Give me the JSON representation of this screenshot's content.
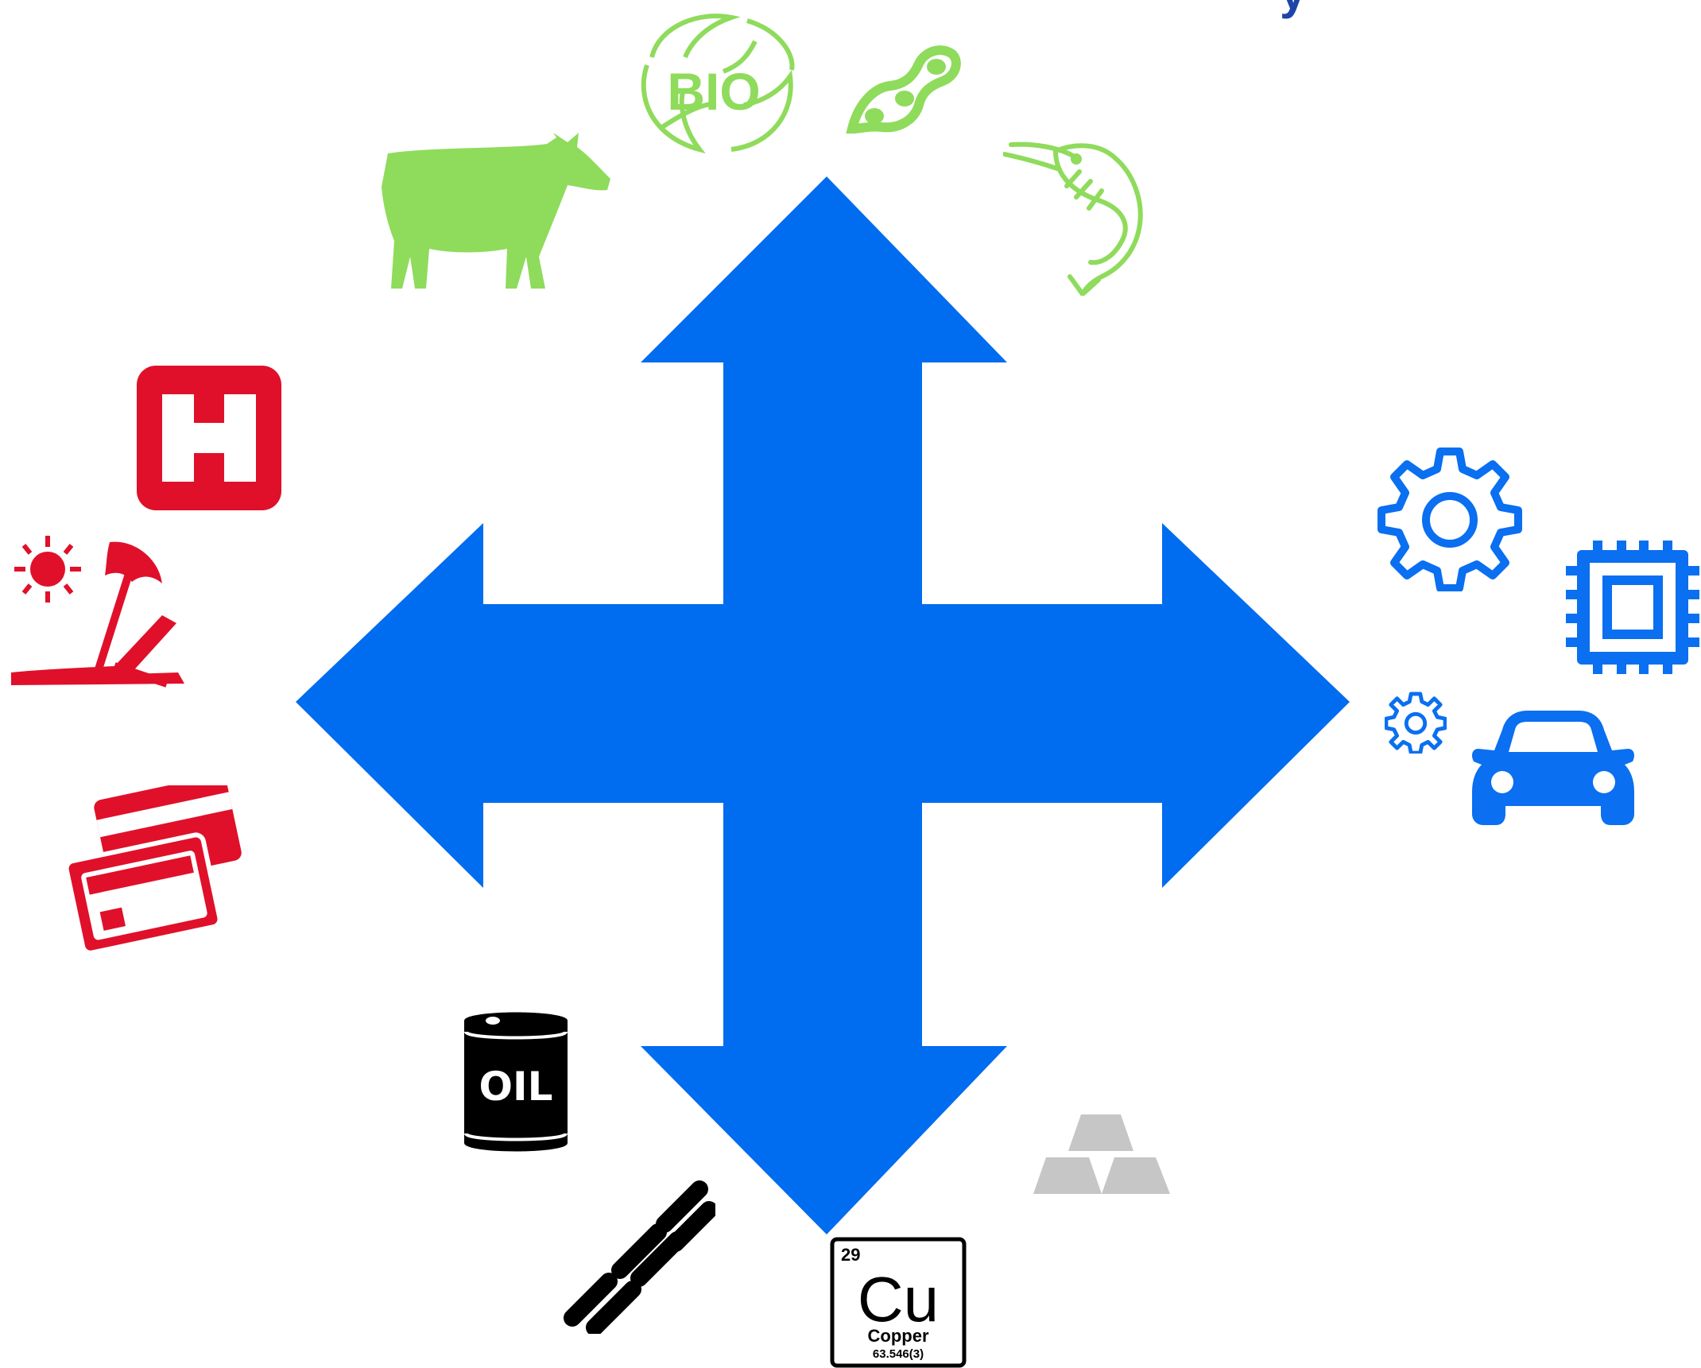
{
  "title_fragment": "y",
  "colors": {
    "arrow": "#006cf0",
    "green": "#8fdb5c",
    "red": "#e0102a",
    "blue": "#0a6ff0",
    "black": "#000000",
    "silver": "#c6c6c6"
  },
  "groups": {
    "top": {
      "color": "green",
      "icons": [
        "cow-icon",
        "bio-leaves-icon",
        "soybean-pod-icon",
        "shrimp-icon"
      ]
    },
    "left": {
      "color": "red",
      "icons": [
        "hospital-icon",
        "beach-chair-umbrella-icon",
        "credit-cards-icon"
      ]
    },
    "right": {
      "color": "blue",
      "icons": [
        "gear-icon",
        "microchip-icon",
        "small-gear-icon",
        "car-icon"
      ]
    },
    "bottom": {
      "color": "black",
      "icons": [
        "oil-barrel-icon",
        "chain-icon",
        "copper-element-icon",
        "gold-bars-icon"
      ]
    }
  },
  "labels": {
    "bio": "BIO",
    "oil": "OIL",
    "cu_number": "29",
    "cu_symbol": "Cu",
    "cu_name": "Copper",
    "cu_mass": "63.546(3)"
  }
}
